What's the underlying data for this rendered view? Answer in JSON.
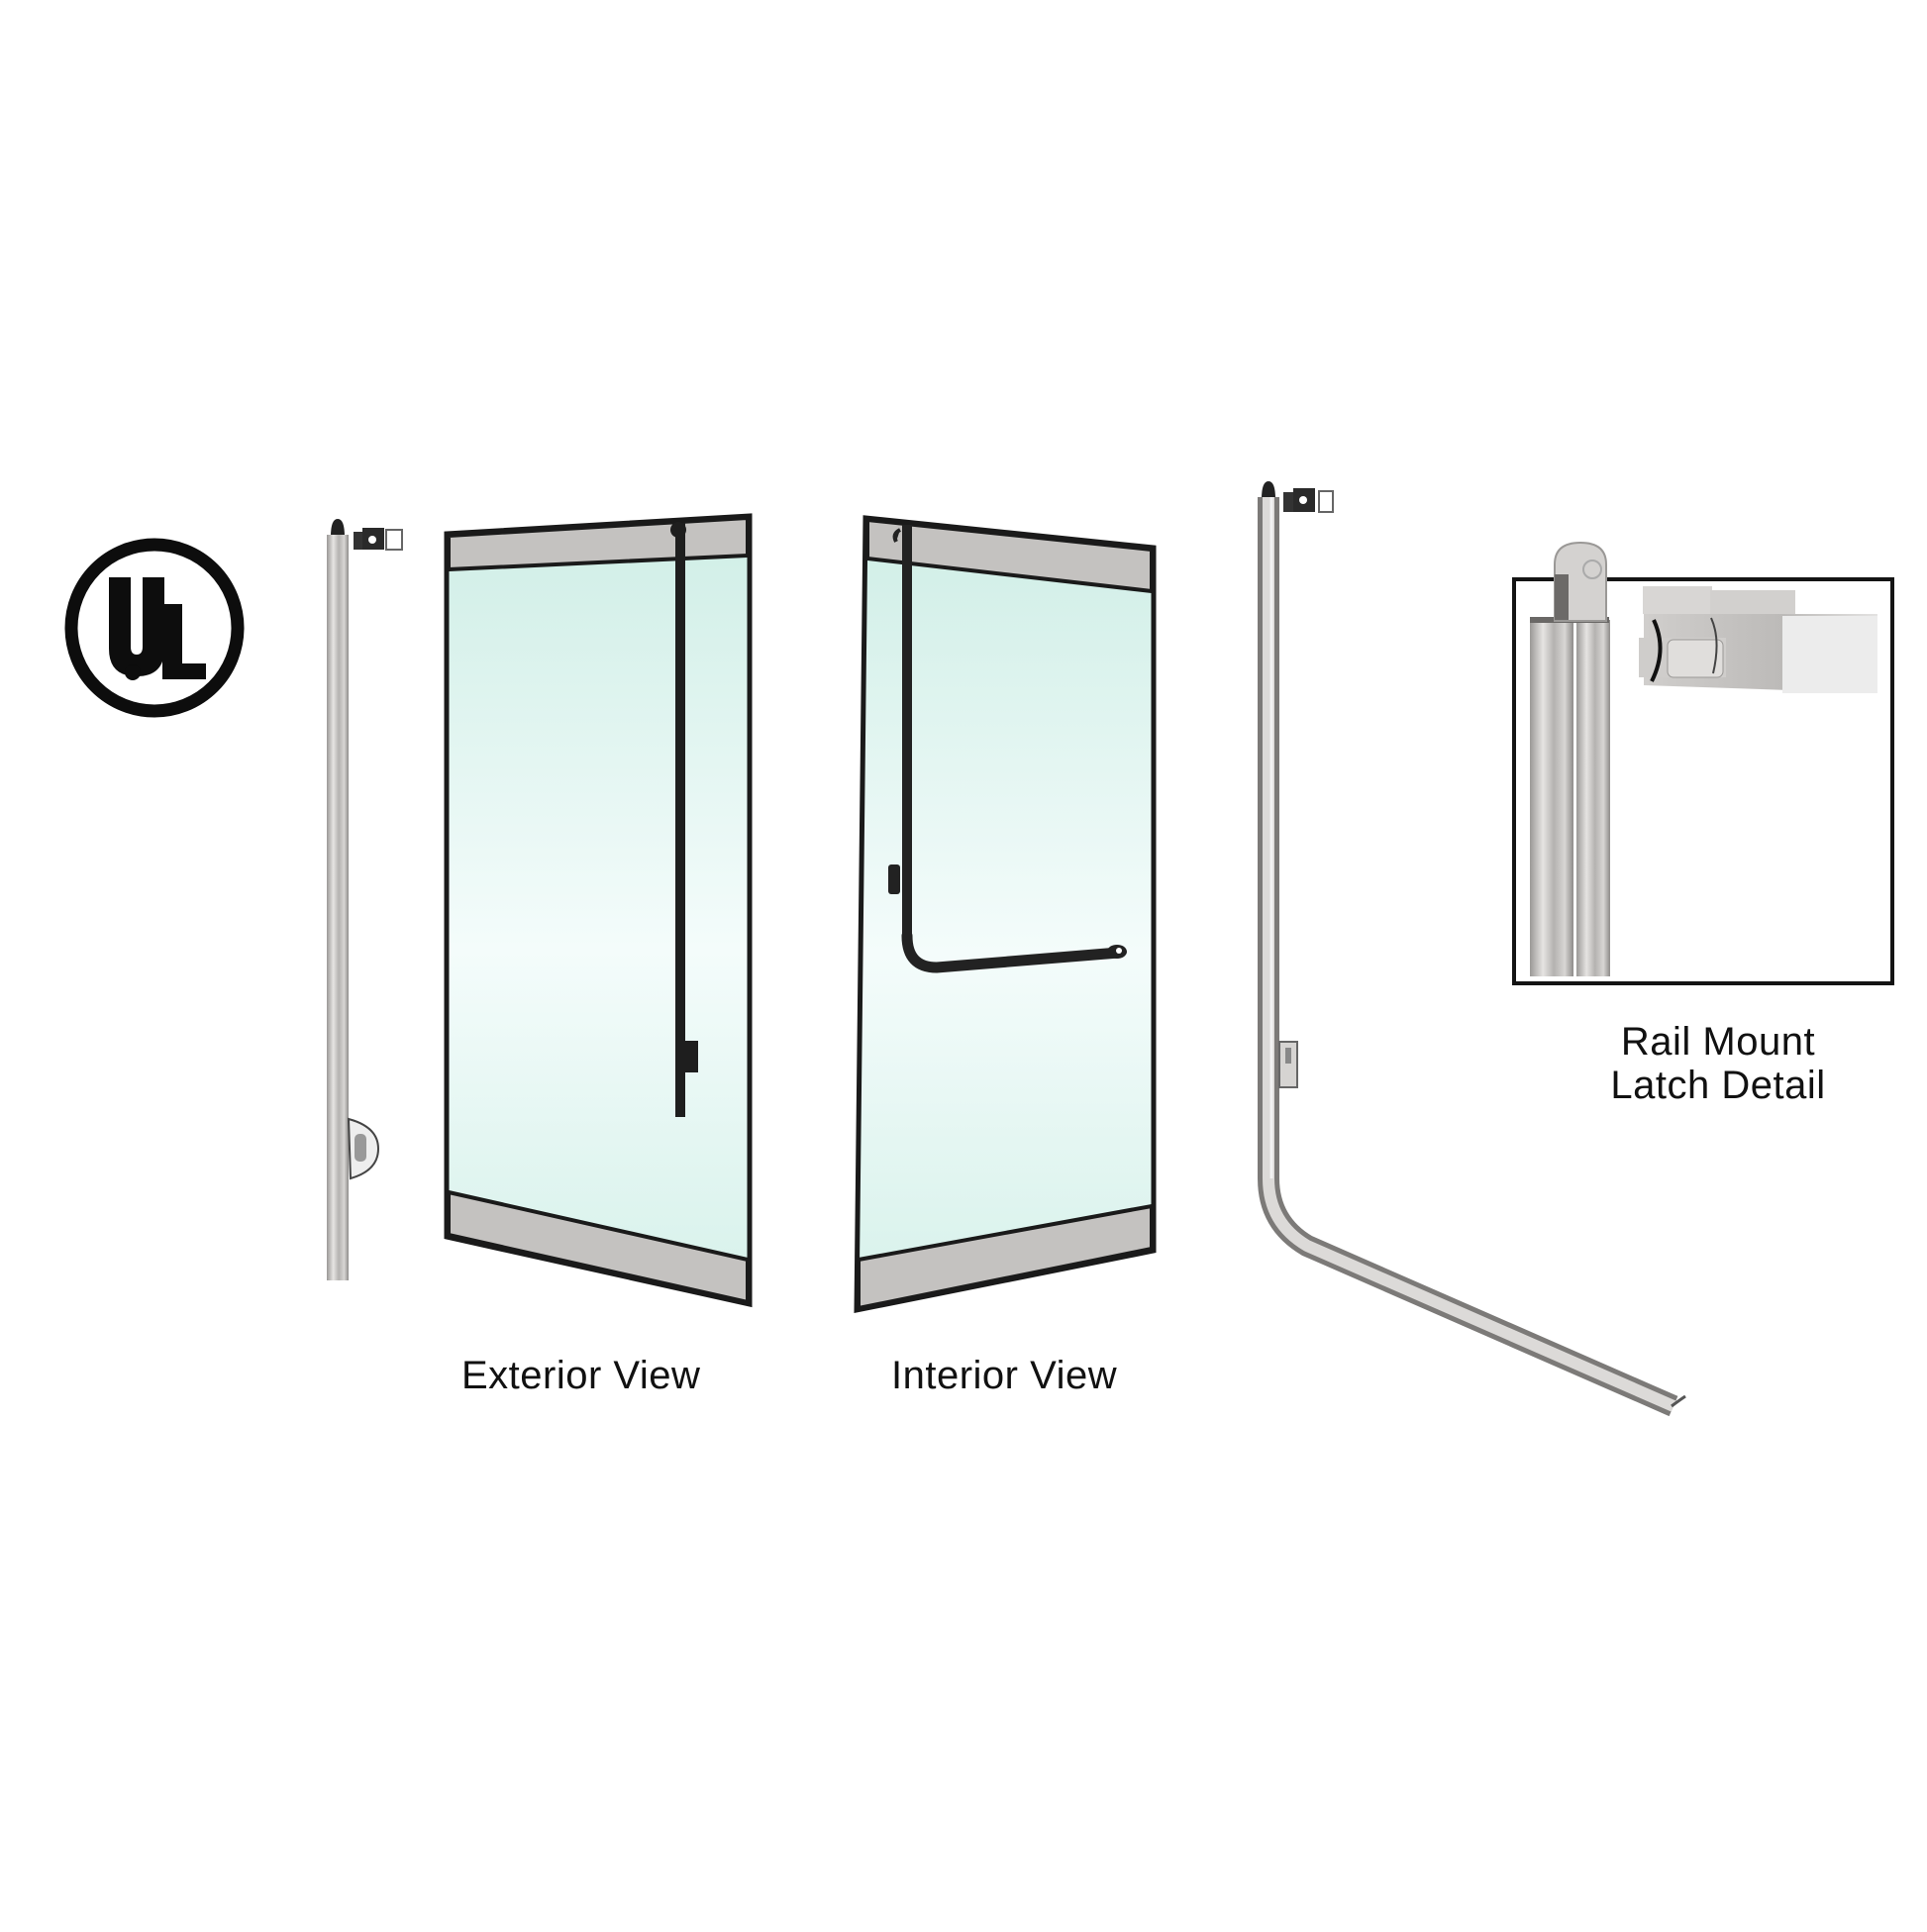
{
  "figure": {
    "logo": {
      "icon": "ul-certification-logo",
      "letters": [
        "U",
        "L"
      ]
    },
    "views": [
      {
        "id": "exterior",
        "caption": "Exterior View"
      },
      {
        "id": "interior",
        "caption": "Interior View"
      }
    ],
    "detail": {
      "caption_line1": "Rail Mount",
      "caption_line2": "Latch Detail"
    },
    "colors": {
      "glass": "#d8f2ec",
      "glass_light": "#f4fcfb",
      "rail": "#c4c2c0",
      "frame": "#1a1a1a",
      "steel": "#c8c6c4",
      "steel_dark": "#8e8c8a",
      "background": "#ffffff"
    }
  }
}
